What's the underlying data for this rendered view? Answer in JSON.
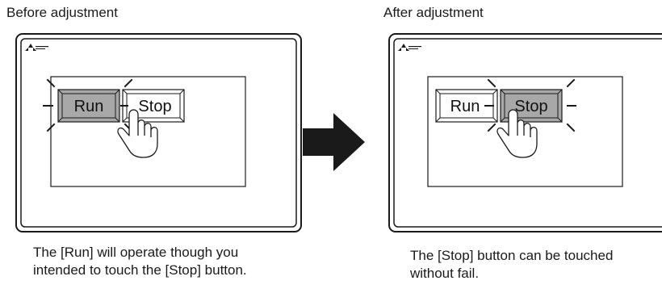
{
  "before": {
    "title": "Before adjustment",
    "caption": "The [Run] will operate though you\nintended to touch the [Stop] button.",
    "run_label": "Run",
    "stop_label": "Stop",
    "highlighted_button": "Run"
  },
  "after": {
    "title": "After adjustment",
    "caption": "The [Stop] button can be touched\nwithout fail.",
    "run_label": "Run",
    "stop_label": "Stop",
    "highlighted_button": "Stop"
  },
  "colors": {
    "pressed_fill": "#a8a8a8",
    "arrow": "#1a1a1a",
    "frame": "#1a1a1a"
  },
  "icons": [
    "mitsubishi-logo-icon",
    "pointing-hand-icon",
    "right-arrow-icon"
  ]
}
